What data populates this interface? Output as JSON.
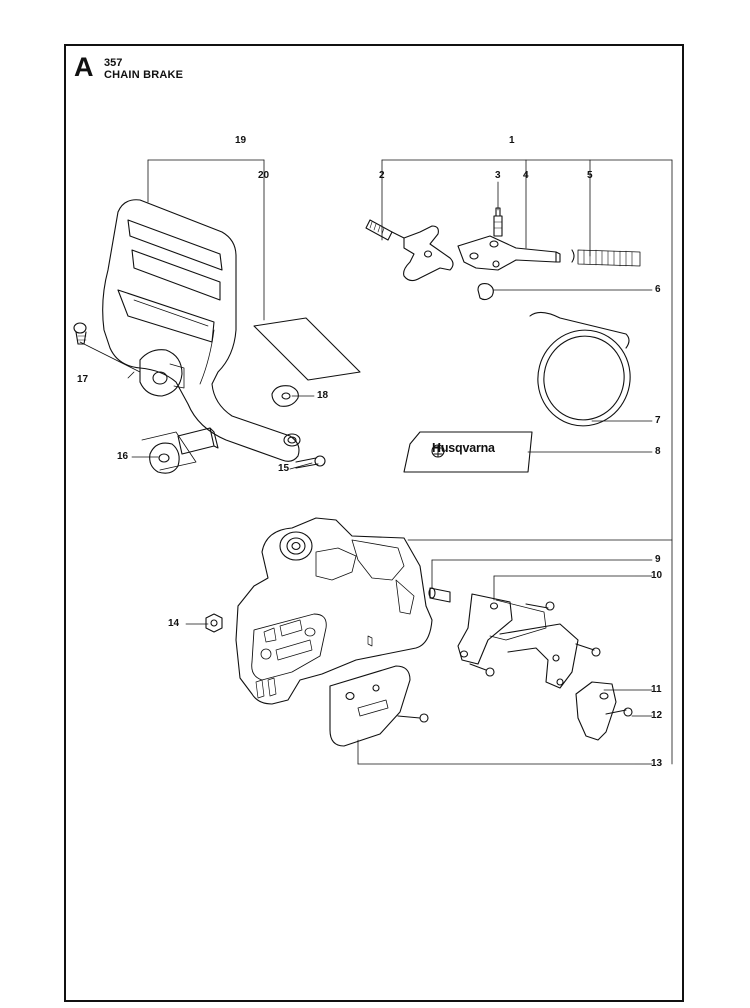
{
  "header": {
    "section_letter": "A",
    "section_number": "357",
    "section_title": "CHAIN BRAKE"
  },
  "decal_text": "Husqvarna",
  "callouts": [
    "1",
    "2",
    "3",
    "4",
    "5",
    "6",
    "7",
    "8",
    "9",
    "10",
    "11",
    "12",
    "13",
    "14",
    "15",
    "16",
    "17",
    "18",
    "19",
    "20"
  ]
}
